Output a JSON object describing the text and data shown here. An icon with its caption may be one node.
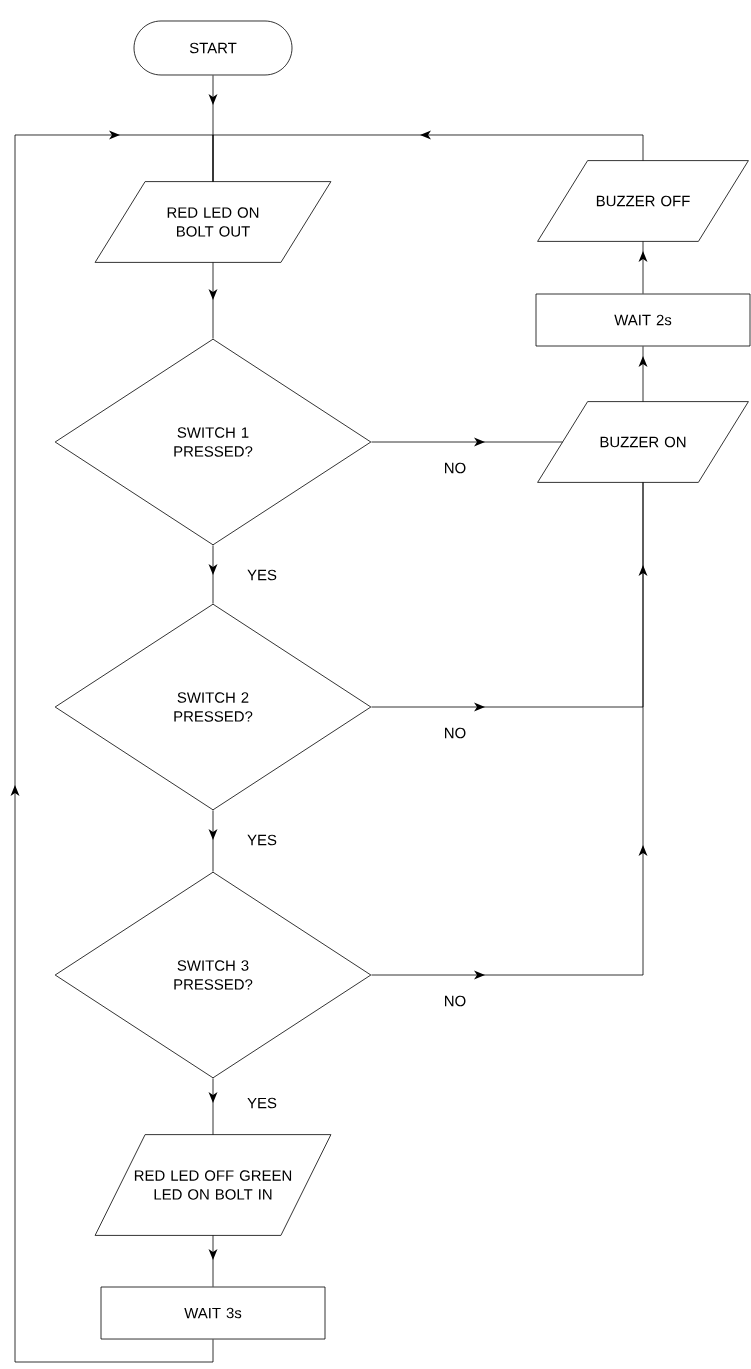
{
  "diagram": {
    "nodes": [
      {
        "text": [
          "START"
        ]
      },
      {
        "text": [
          "RED LED ON BOLT OUT"
        ]
      },
      {
        "text": [
          "SWITCH 1 PRESSED?"
        ]
      },
      {
        "text": [
          "SWITCH 2 PRESSED?"
        ]
      },
      {
        "text": [
          "SWITCH 3 PRESSED?"
        ]
      },
      {
        "text": [
          "RED LED OFF GREEN LED ON BOLT IN"
        ]
      },
      {
        "text": [
          "WAIT 3s"
        ]
      },
      {
        "text": [
          "BUZZER OFF"
        ]
      },
      {
        "text": [
          "WAIT 2s"
        ]
      },
      {
        "text": [
          "BUZZER ON"
        ]
      }
    ],
    "edges": [
      {
        "from": 0,
        "to": 1,
        "arrow": "to"
      },
      {
        "from": 1,
        "to": 2,
        "arrow": "to"
      },
      {
        "from": 2,
        "to": 3,
        "arrow": "to",
        "label": "YES"
      },
      {
        "from": 3,
        "to": 4,
        "arrow": "to",
        "label": "YES"
      },
      {
        "from": 4,
        "to": 5,
        "arrow": "to",
        "label": "YES"
      },
      {
        "from": 5,
        "to": 6,
        "arrow": "to"
      },
      {
        "from": 6,
        "to": 1,
        "arrow": "to"
      },
      {
        "from": 2,
        "to": 9,
        "arrow": "to",
        "label": "NO"
      },
      {
        "from": 3,
        "to": 9,
        "arrow": "to",
        "label": "NO"
      },
      {
        "from": 4,
        "to": 9,
        "arrow": "to",
        "label": "NO"
      },
      {
        "from": 9,
        "to": 8,
        "arrow": "to"
      },
      {
        "from": 8,
        "to": 7,
        "arrow": "to"
      },
      {
        "from": 7,
        "to": 1,
        "arrow": "to"
      }
    ]
  }
}
